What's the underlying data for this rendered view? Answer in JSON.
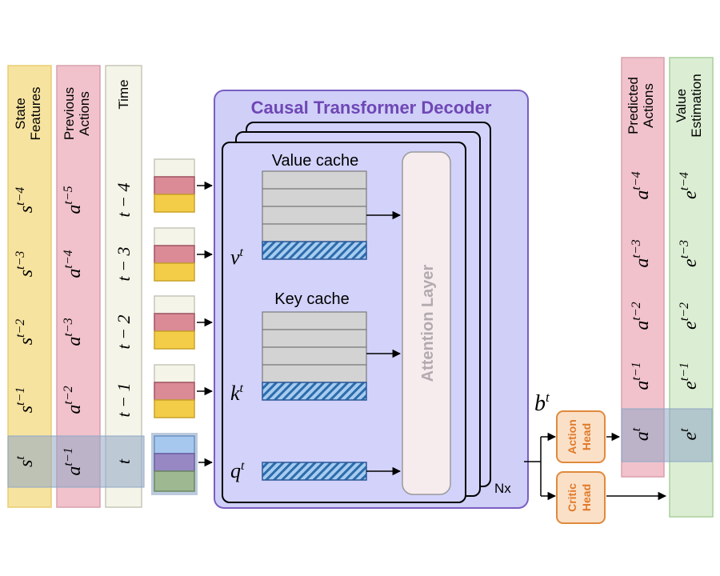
{
  "columns": {
    "state": {
      "title_line1": "State",
      "title_line2": "Features",
      "items": [
        "s^{t−4}",
        "s^{t−3}",
        "s^{t−2}",
        "s^{t−1}",
        "s^t"
      ]
    },
    "prev": {
      "title_line1": "Previous",
      "title_line2": "Actions",
      "items": [
        "a^{t−5}",
        "a^{t−4}",
        "a^{t−3}",
        "a^{t−2}",
        "a^{t−1}"
      ]
    },
    "time": {
      "title_line1": "Time",
      "items": [
        "t − 4",
        "t − 3",
        "t − 2",
        "t − 1",
        "t"
      ]
    },
    "pred": {
      "title_line1": "Predicted",
      "title_line2": "Actions",
      "items": [
        "a^{t−4}",
        "a^{t−3}",
        "a^{t−2}",
        "a^{t−1}",
        "a^t"
      ]
    },
    "value": {
      "title_line1": "Value",
      "title_line2": "Estimation",
      "items": [
        "e^{t−4}",
        "e^{t−3}",
        "e^{t−2}",
        "e^{t−1}",
        "e^t"
      ]
    }
  },
  "decoder": {
    "title": "Causal Transformer Decoder",
    "value_cache_label": "Value cache",
    "key_cache_label": "Key cache",
    "attention_label": "Attention Layer",
    "nx_label": "Nx",
    "v_symbol": "v^t",
    "k_symbol": "k^t",
    "q_symbol": "q^t"
  },
  "b_symbol": "b^t",
  "heads": {
    "action": {
      "line1": "Action",
      "line2": "Head"
    },
    "critic": {
      "line1": "Critic",
      "line2": "Head"
    }
  },
  "colors": {
    "state": "#f7e3a0",
    "prev": "#f1c2cc",
    "time": "#f4f4e8",
    "pred": "#f1c2cc",
    "value": "#dbeed3",
    "decoder_bg": "#cfcff8",
    "decoder_border": "#7a5fc2",
    "title": "#6f47b5",
    "head_bg": "#fbe0c8",
    "head_border": "#e08a3c",
    "head_text": "#e07a2a",
    "highlight": "#8fa7c6"
  }
}
